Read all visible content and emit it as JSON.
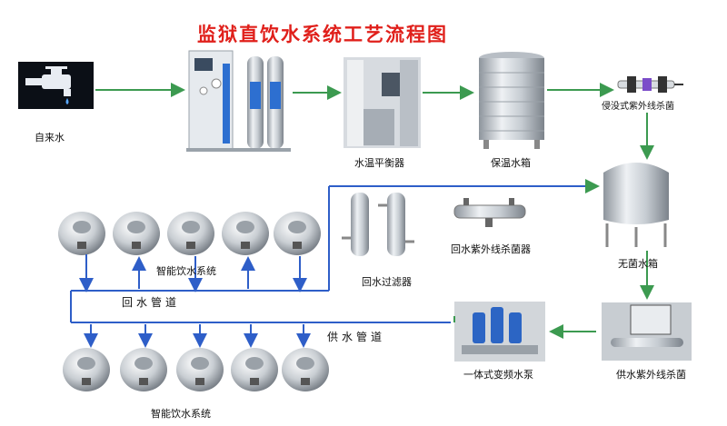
{
  "title": "监狱直饮水系统工艺流程图",
  "nodes": {
    "tap_water": "自来水",
    "water_balancer": "水温平衡器",
    "insulated_tank": "保温水箱",
    "immersion_uv": "侵没式紫外线杀菌",
    "sterile_tank": "无菌水箱",
    "return_uv": "回水紫外线杀菌器",
    "return_filter": "回水过滤器",
    "smart_dispenser_top": "智能饮水系统",
    "smart_dispenser_bottom": "智能饮水系统",
    "supply_uv": "供水紫外线杀菌",
    "pump": "一体式变频水泵"
  },
  "pipes": {
    "return_pipe": "回水管道",
    "supply_pipe": "供水管道"
  },
  "colors": {
    "title": "#e0201b",
    "green_arrow": "#3c9a50",
    "blue_arrow": "#2e5ec8"
  }
}
